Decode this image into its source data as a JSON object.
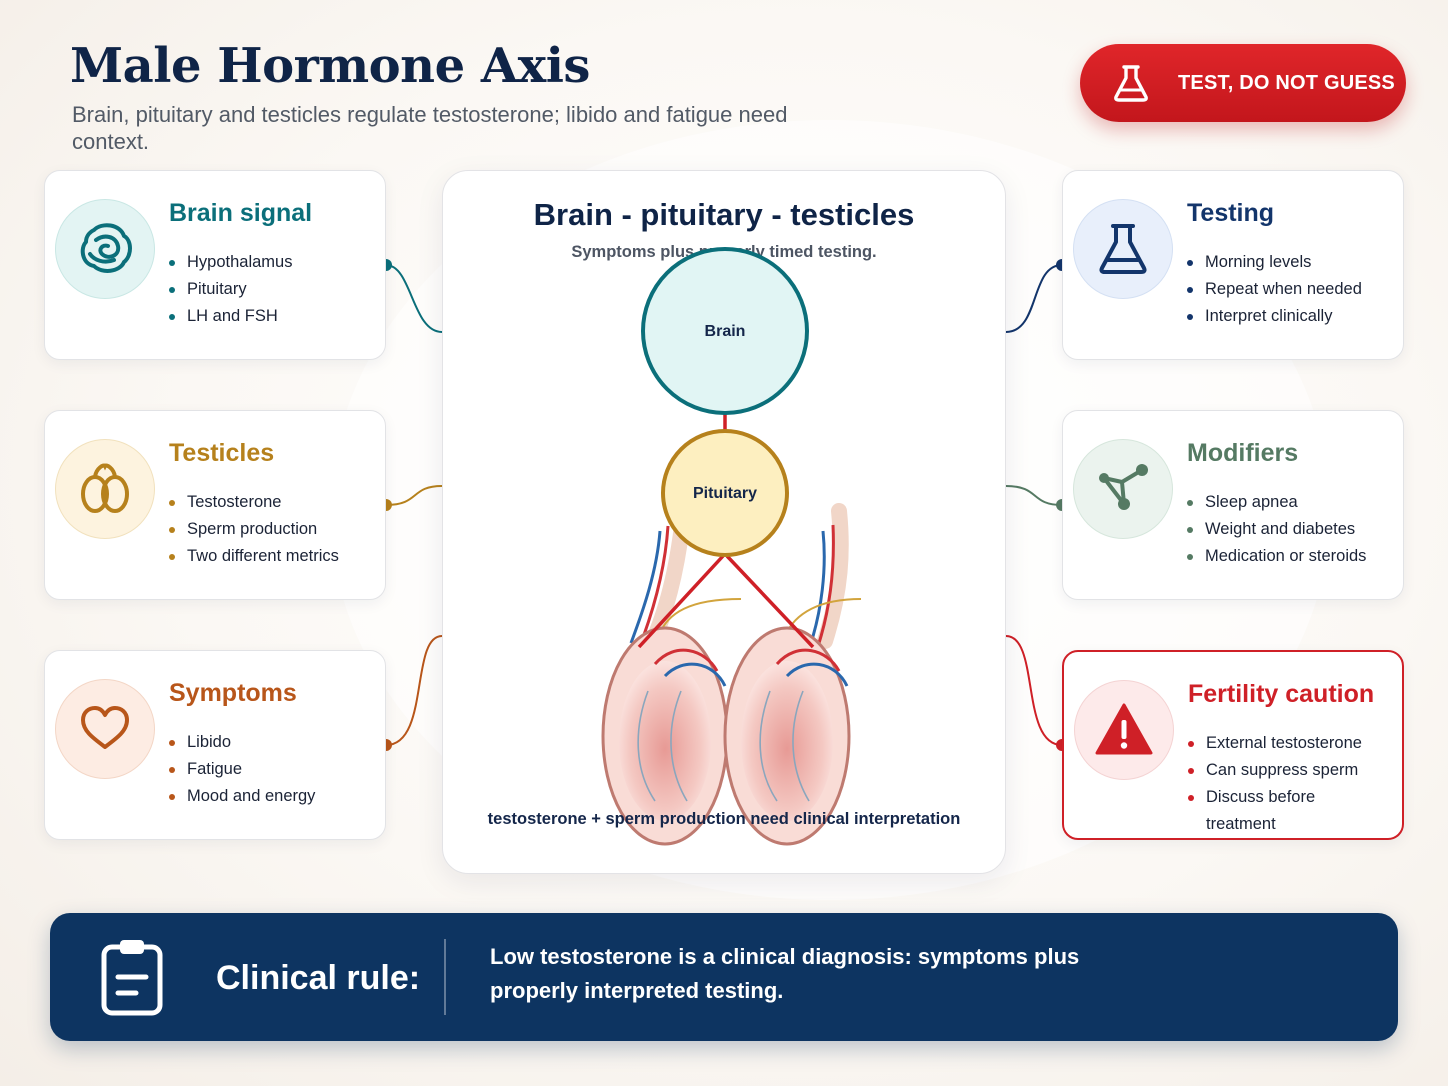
{
  "header": {
    "title": "Male Hormone Axis",
    "subtitle": "Brain, pituitary and testicles regulate testosterone; libido and fatigue need context.",
    "badge_label": "TEST, DO NOT GUESS",
    "badge_icon": "flask-icon"
  },
  "colors": {
    "navy": "#0f2447",
    "teal": "#0b6f7a",
    "gold": "#b6811c",
    "rust": "#b8561a",
    "blue": "#13356b",
    "sage": "#557a63",
    "red": "#cf2027"
  },
  "cards_left": [
    {
      "title": "Brain signal",
      "icon": "brain-icon",
      "items": [
        "Hypothalamus",
        "Pituitary",
        "LH and FSH"
      ]
    },
    {
      "title": "Testicles",
      "icon": "testicles-icon",
      "items": [
        "Testosterone",
        "Sperm production",
        "Two different metrics"
      ]
    },
    {
      "title": "Symptoms",
      "icon": "heart-icon",
      "items": [
        "Libido",
        "Fatigue",
        "Mood and energy"
      ]
    }
  ],
  "cards_right": [
    {
      "title": "Testing",
      "icon": "flask-icon",
      "items": [
        "Morning levels",
        "Repeat when needed",
        "Interpret clinically"
      ]
    },
    {
      "title": "Modifiers",
      "icon": "network-icon",
      "items": [
        "Sleep apnea",
        "Weight and diabetes",
        "Medication or steroids"
      ]
    },
    {
      "title": "Fertility caution",
      "icon": "warning-icon",
      "items": [
        "External testosterone",
        "Can suppress sperm",
        "Discuss before treatment"
      ]
    }
  ],
  "diagram": {
    "title": "Brain - pituitary - testicles",
    "subtitle": "Symptoms plus properly timed testing.",
    "node_brain": "Brain",
    "node_pituitary": "Pituitary",
    "footer": "testosterone + sperm production need clinical interpretation"
  },
  "rule": {
    "label": "Clinical rule:",
    "text": "Low testosterone is a clinical diagnosis: symptoms plus properly interpreted testing.",
    "icon": "clipboard-icon"
  }
}
